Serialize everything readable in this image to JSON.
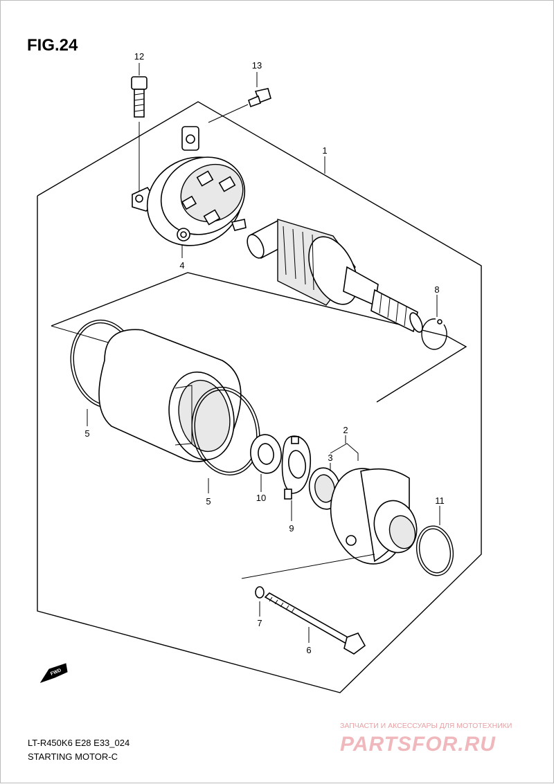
{
  "figure": {
    "title": "FIG.24"
  },
  "callouts": [
    "12",
    "13",
    "1",
    "4",
    "8",
    "5",
    "2",
    "3",
    "10",
    "9",
    "11",
    "5",
    "7",
    "6"
  ],
  "fwd_label": "FWD",
  "footer": {
    "model": "LT-R450K6 E28 E33_024",
    "section": "STARTING MOTOR-C"
  },
  "watermark": {
    "tagline": "ЗАПЧАСТИ И АКСЕССУАРЫ ДЛЯ МОТОТЕХНИКИ",
    "brand": "PARTSFOR.RU"
  },
  "colors": {
    "line": "#000000",
    "watermark": "#f0b8bc"
  }
}
